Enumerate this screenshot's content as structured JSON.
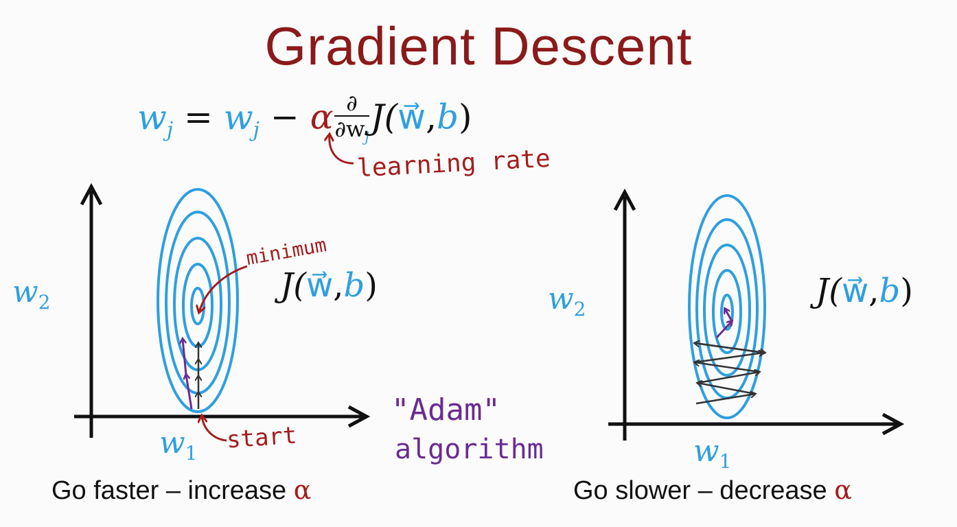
{
  "title": "Gradient Descent",
  "formula": {
    "lhs": "w",
    "lhs_sub": "j",
    "equals": "=",
    "rhs_w": "w",
    "rhs_w_sub": "j",
    "minus": "−",
    "alpha": "α",
    "partial_num": "∂",
    "partial_den": "∂w",
    "partial_den_sub": "j",
    "J": "J(",
    "w_vec": "w⃗",
    "comma": ",",
    "b": "b",
    "close": ")"
  },
  "annotations": {
    "learning_rate": "learning rate",
    "minimum": "minimum",
    "start": "start",
    "adam_line1": "\"Adam\"",
    "adam_line2": "algorithm"
  },
  "left_plot": {
    "y_label": "w",
    "y_label_sub": "2",
    "x_label": "w",
    "x_label_sub": "1",
    "func_J": "J(",
    "func_w": "w⃗",
    "func_comma": ",",
    "func_b": "b",
    "func_close": ")",
    "caption_text": "Go faster – increase ",
    "caption_alpha": "α"
  },
  "right_plot": {
    "y_label": "w",
    "y_label_sub": "2",
    "x_label": "w",
    "x_label_sub": "1",
    "func_J": "J(",
    "func_w": "w⃗",
    "func_comma": ",",
    "func_b": "b",
    "func_close": ")",
    "caption_text": "Go slower – decrease ",
    "caption_alpha": "α"
  },
  "colors": {
    "title": "#8b1a1a",
    "blue": "#2e9fe0",
    "red": "#a31d1d",
    "purple": "#6a2c91",
    "black": "#111111"
  }
}
